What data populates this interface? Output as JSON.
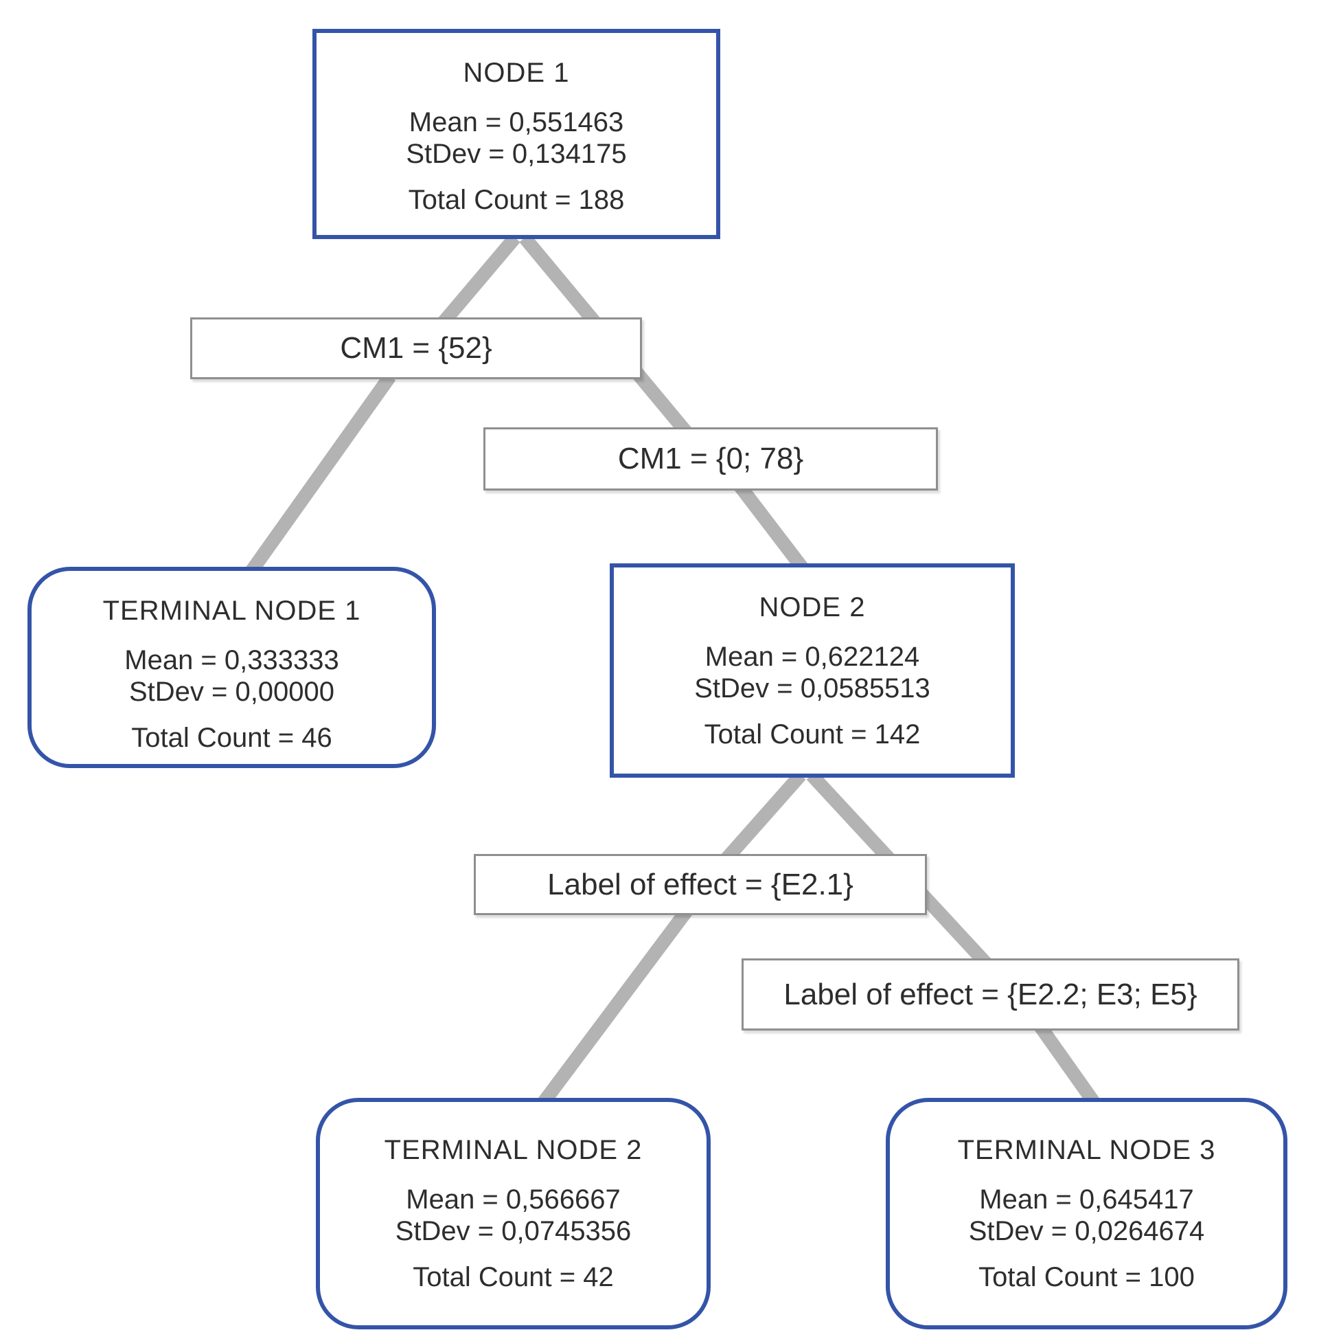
{
  "diagram_type": "decision-tree",
  "colors": {
    "node_border": "#3454a8",
    "split_border": "#8f8f8f",
    "edge": "#b3b3b3",
    "text": "#2d2d2d"
  },
  "nodes": {
    "node1": {
      "title": "NODE 1",
      "mean": "Mean = 0,551463",
      "stdev": "StDev = 0,134175",
      "count": "Total Count = 188"
    },
    "terminal1": {
      "title": "TERMINAL NODE 1",
      "mean": "Mean = 0,333333",
      "stdev": "StDev = 0,00000",
      "count": "Total Count = 46"
    },
    "node2": {
      "title": "NODE 2",
      "mean": "Mean = 0,622124",
      "stdev": "StDev = 0,0585513",
      "count": "Total Count = 142"
    },
    "terminal2": {
      "title": "TERMINAL NODE 2",
      "mean": "Mean = 0,566667",
      "stdev": "StDev = 0,0745356",
      "count": "Total Count = 42"
    },
    "terminal3": {
      "title": "TERMINAL NODE 3",
      "mean": "Mean = 0,645417",
      "stdev": "StDev = 0,0264674",
      "count": "Total Count = 100"
    }
  },
  "splits": {
    "split1": {
      "label": "CM1 = {52}"
    },
    "split2": {
      "label": "CM1 = {0; 78}"
    },
    "split3": {
      "label": "Label of effect = {E2.1}"
    },
    "split4": {
      "label": "Label of effect = {E2.2; E3; E5}"
    }
  },
  "edges": [
    {
      "from": "node1",
      "to": "split1"
    },
    {
      "from": "node1",
      "to": "split2"
    },
    {
      "from": "split1",
      "to": "terminal1"
    },
    {
      "from": "split2",
      "to": "node2"
    },
    {
      "from": "node2",
      "to": "split3"
    },
    {
      "from": "node2",
      "to": "split4"
    },
    {
      "from": "split3",
      "to": "terminal2"
    },
    {
      "from": "split4",
      "to": "terminal3"
    }
  ]
}
